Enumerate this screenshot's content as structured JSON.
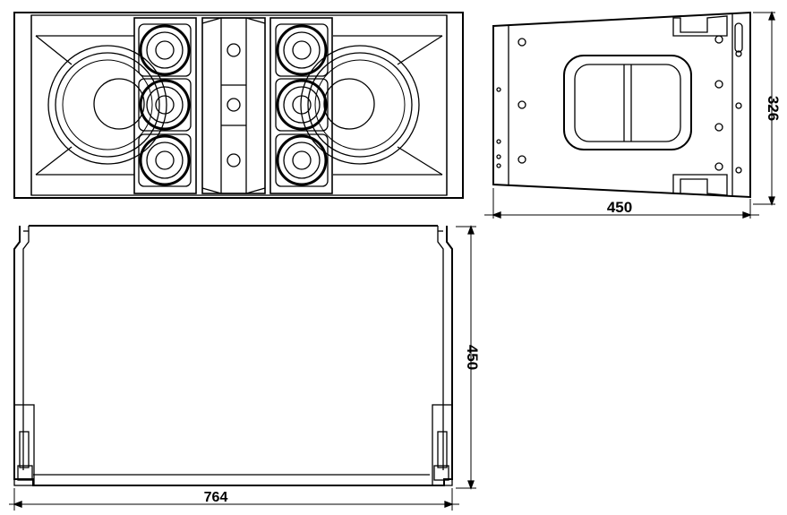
{
  "drawing": {
    "front_view": {
      "drivers_lf": 2,
      "drivers_mid": 6
    },
    "side_view": {},
    "top_view": {}
  },
  "dimensions": {
    "side_height": "326",
    "side_depth": "450",
    "top_depth": "450",
    "top_width": "764"
  },
  "colors": {
    "line": "#000000",
    "background": "#ffffff"
  }
}
